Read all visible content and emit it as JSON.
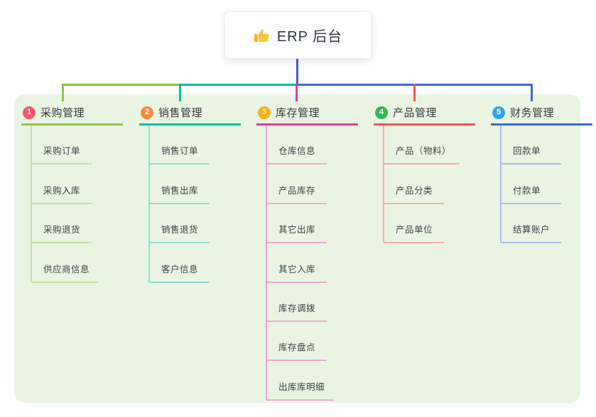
{
  "root": {
    "title": "ERP 后台",
    "icon": "thumbs-up",
    "line_color": "#4a5ac2"
  },
  "branches": [
    {
      "index": "1",
      "label": "采购管理",
      "color": "#8bc34a",
      "light": "#c4e09f",
      "badge": "#f7566a",
      "children": [
        "采购订单",
        "采购入库",
        "采购退货",
        "供应商信息"
      ]
    },
    {
      "index": "2",
      "label": "销售管理",
      "color": "#00bfa5",
      "light": "#93dcd1",
      "badge": "#fb8a3e",
      "children": [
        "销售订单",
        "销售出库",
        "销售退货",
        "客户信息"
      ]
    },
    {
      "index": "3",
      "label": "库存管理",
      "color": "#e03a9c",
      "light": "#f3a6d3",
      "badge": "#fbb017",
      "children": [
        "仓库信息",
        "产品库存",
        "其它出库",
        "其它入库",
        "库存调拨",
        "库存盘点",
        "出库库明细"
      ]
    },
    {
      "index": "4",
      "label": "产品管理",
      "color": "#f4544e",
      "light": "#f9aba5",
      "badge": "#33b94f",
      "children": [
        "产品（物料）",
        "产品分类",
        "产品单位"
      ]
    },
    {
      "index": "5",
      "label": "财务管理",
      "color": "#3e68d8",
      "light": "#a8bce9",
      "badge": "#33a3e7",
      "children": [
        "回款单",
        "付款单",
        "结算账户"
      ]
    }
  ]
}
